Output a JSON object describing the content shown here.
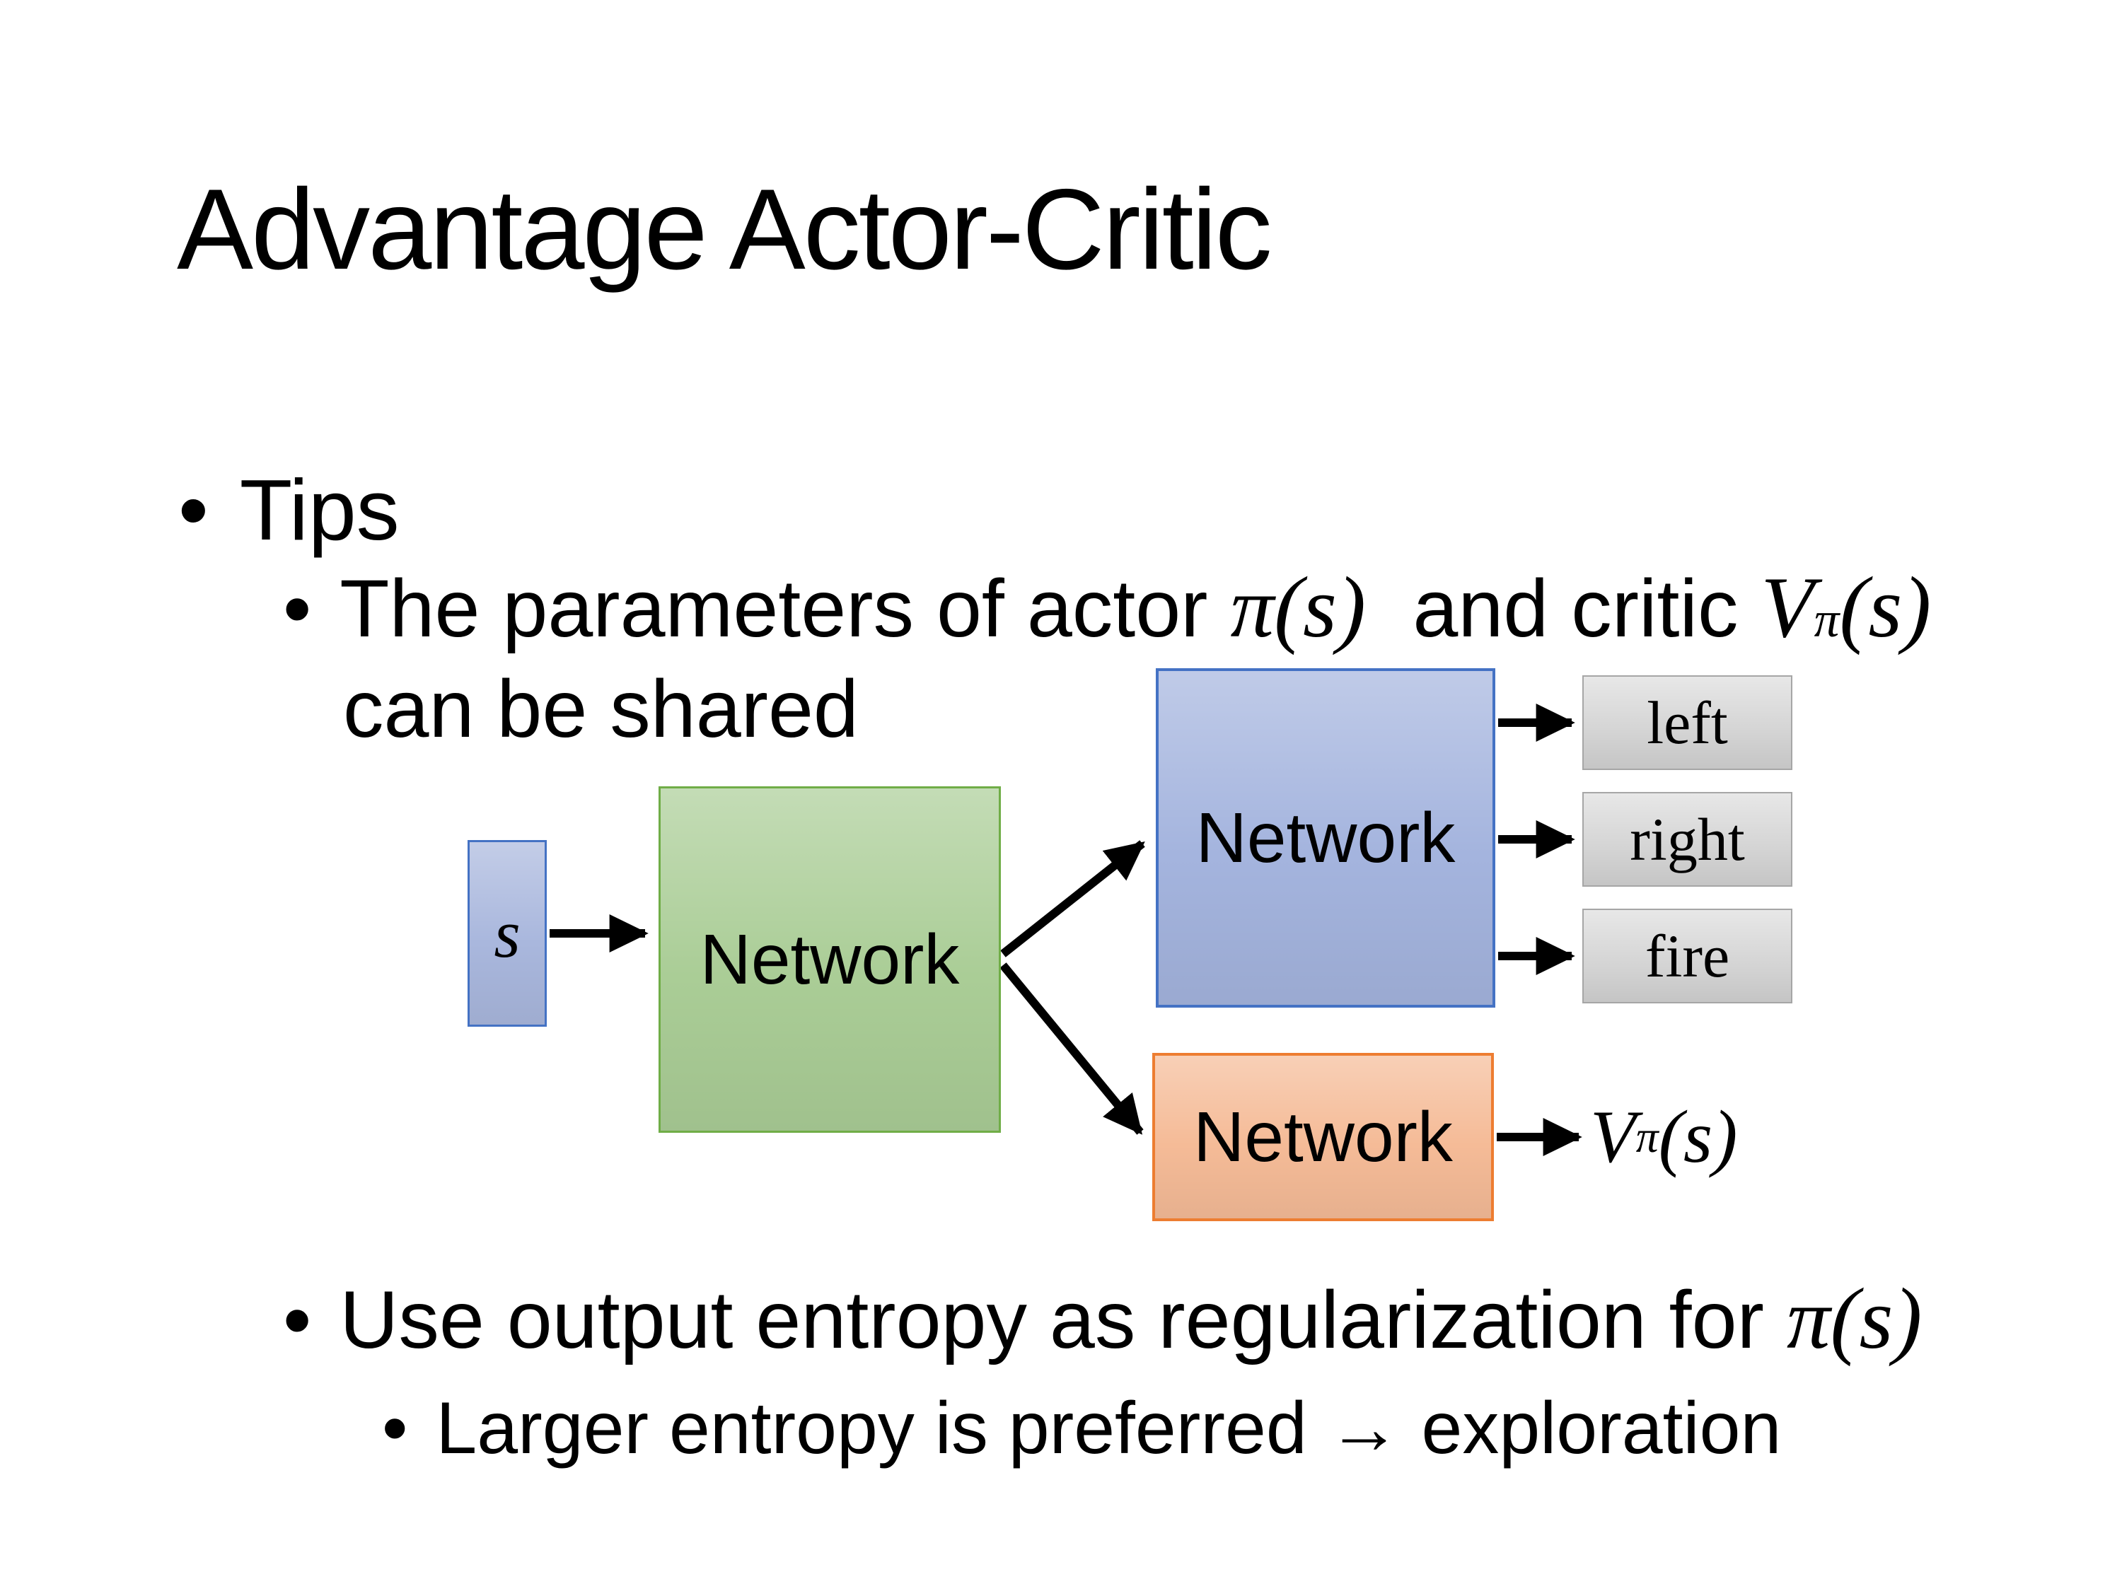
{
  "slide": {
    "title": "Advantage Actor-Critic",
    "bullet_char": "•"
  },
  "bullets": {
    "tips_label": "Tips",
    "shared": {
      "pre": "The parameters of actor ",
      "actor_math": "π(s)",
      "mid": " and critic ",
      "critic_base": "V",
      "critic_sup": "π",
      "critic_arg": "(s)",
      "line2": "can be shared"
    },
    "entropy": {
      "pre": "Use output entropy as regularization for ",
      "math": "π(s)"
    },
    "exploration": "Larger entropy is preferred → exploration"
  },
  "diagram": {
    "input_label": "s",
    "shared_network_label": "Network",
    "actor_network_label": "Network",
    "critic_network_label": "Network",
    "actions": [
      "left",
      "right",
      "fire"
    ],
    "value_output": {
      "base": "V",
      "sup": "π",
      "arg": "(s)"
    },
    "colors": {
      "background": "#ffffff",
      "text": "#000000",
      "arrow": "#000000",
      "input_fill": "#a9b7dd",
      "input_border": "#4472c4",
      "shared_fill": "#aacd96",
      "shared_border": "#70ad47",
      "actor_fill": "#a4b4de",
      "actor_border": "#4472c4",
      "critic_fill": "#f5bb97",
      "critic_border": "#ed7d31",
      "action_fill": "#d4d4d4",
      "action_border": "#a6a6a6"
    }
  }
}
